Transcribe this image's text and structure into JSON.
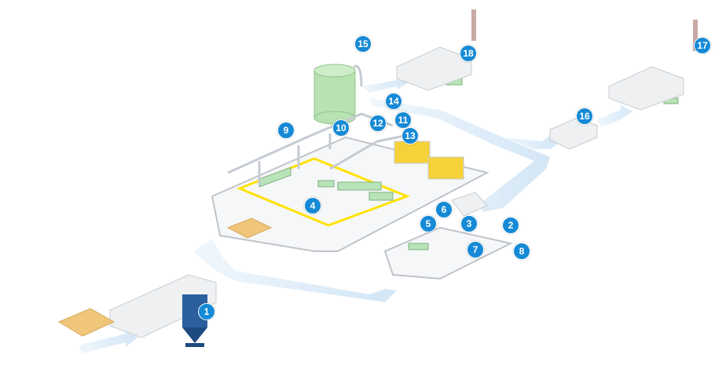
{
  "colors": {
    "marker": "#168ad6",
    "flow": "#d6e9f8",
    "floor": "#f4f5f7",
    "equipment": "#b9e3b8",
    "highlight": "#ffe200",
    "storage": "#f6d23a"
  },
  "markers": [
    "1",
    "2",
    "3",
    "4",
    "5",
    "6",
    "7",
    "8",
    "9",
    "10",
    "11",
    "12",
    "13",
    "14",
    "15",
    "16",
    "17",
    "18"
  ]
}
